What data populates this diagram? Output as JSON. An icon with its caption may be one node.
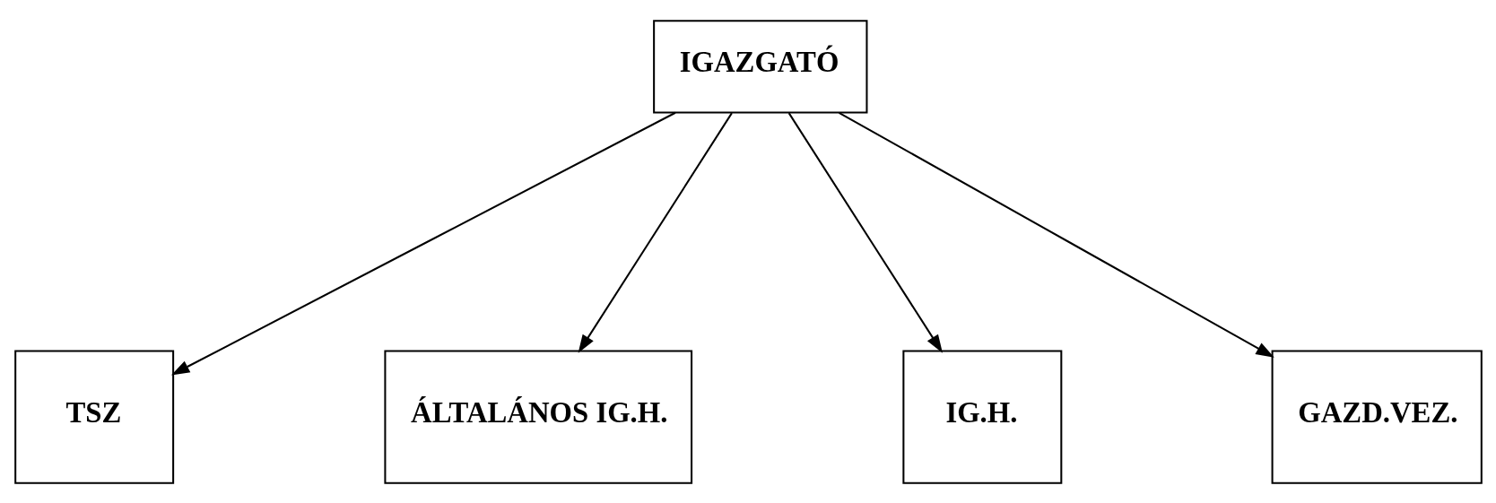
{
  "diagram": {
    "nodes": [
      {
        "text": [
          "IGAZGATÓ"
        ]
      },
      {
        "text": [
          "TSZ"
        ]
      },
      {
        "text": [
          "ÁLTALÁNOS IG.H."
        ]
      },
      {
        "text": [
          "IG.H."
        ]
      },
      {
        "text": [
          "GAZD.VEZ."
        ]
      }
    ],
    "edges": [
      {
        "from": 0,
        "to": 1,
        "arrow": "to"
      },
      {
        "from": 0,
        "to": 2,
        "arrow": "to"
      },
      {
        "from": 0,
        "to": 3,
        "arrow": "to"
      },
      {
        "from": 0,
        "to": 4,
        "arrow": "to"
      }
    ]
  }
}
